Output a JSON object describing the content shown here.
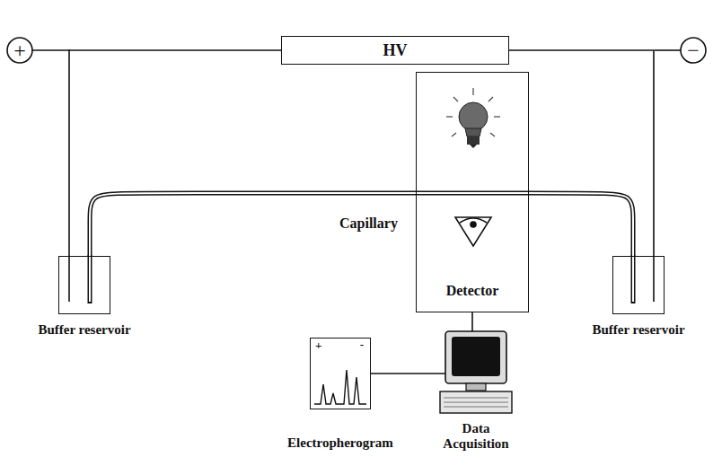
{
  "diagram": {
    "nodes": [
      {
        "text": [
          "HV"
        ]
      },
      {
        "text": [
          "Detector"
        ]
      },
      {
        "text": [
          "Buffer reservoir"
        ]
      },
      {
        "text": [
          "Buffer reservoir"
        ]
      },
      {
        "text": [
          "+",
          "-",
          "Electropherogram"
        ]
      },
      {
        "text": [
          "Data Acquisition"
        ]
      }
    ],
    "edges": [
      {
        "from": 0,
        "to": 2,
        "arrow": "none"
      },
      {
        "from": 0,
        "to": 3,
        "arrow": "none"
      },
      {
        "from": 2,
        "to": 3,
        "arrow": "none"
      },
      {
        "from": 1,
        "to": 5,
        "arrow": "none"
      },
      {
        "from": 4,
        "to": 5,
        "arrow": "none"
      }
    ],
    "labels": [
      "+",
      "−",
      "Capillary"
    ]
  }
}
